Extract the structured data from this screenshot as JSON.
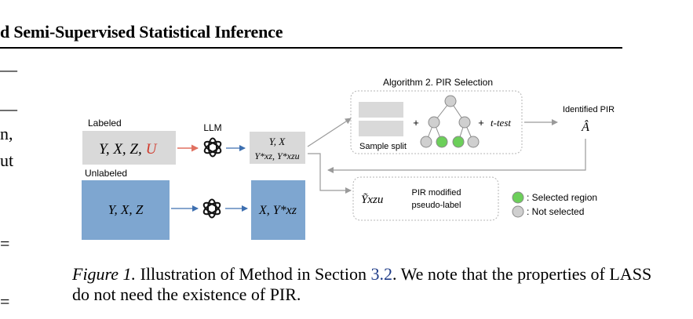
{
  "header": {
    "title": "d Semi-Supervised Statistical Inference"
  },
  "margin_fragments": [
    "—",
    "—",
    "n,",
    "ut",
    "=",
    "="
  ],
  "figure": {
    "algorithm_title": "Algorithm 2. PIR Selection",
    "sample_split_label": "Sample split",
    "plus_1": "+",
    "plus_2": "+",
    "t_test": "t-test",
    "identified_pir_label": "Identified PIR",
    "identified_pir_symbol": "Â",
    "labeled_title": "Labeled",
    "labeled_vars": "Y, X, Z,",
    "labeled_u": "U",
    "llm_label": "LLM",
    "labeled_output_line1": "Y, X",
    "labeled_output_line2": "Y*xz, Y*xzu",
    "unlabeled_title": "Unlabeled",
    "unlabeled_vars": "Y, X, Z",
    "unlabeled_output": "X, Y*xz",
    "pseudo_symbol": "Ỹxzu",
    "pseudo_line1": "PIR modified",
    "pseudo_line2": "pseudo-label",
    "legend_selected": ": Selected region",
    "legend_not_selected": ": Not selected"
  },
  "caption": {
    "figure_number": "Figure 1.",
    "text_before_ref": " Illustration of Method in Section ",
    "ref": "3.2",
    "text_after_ref": ". We note that the properties of LASS do not need the existence of PIR."
  },
  "colors": {
    "labeled_box": "#d9d9d9",
    "unlabeled_box": "#7ea6d0",
    "selected_node": "#6ccf5a",
    "unselected_node": "#cfcfcf",
    "U_red": "#d0392b",
    "arrow_blue": "#3d6fb0",
    "arrow_gray": "#9a9a9a"
  }
}
